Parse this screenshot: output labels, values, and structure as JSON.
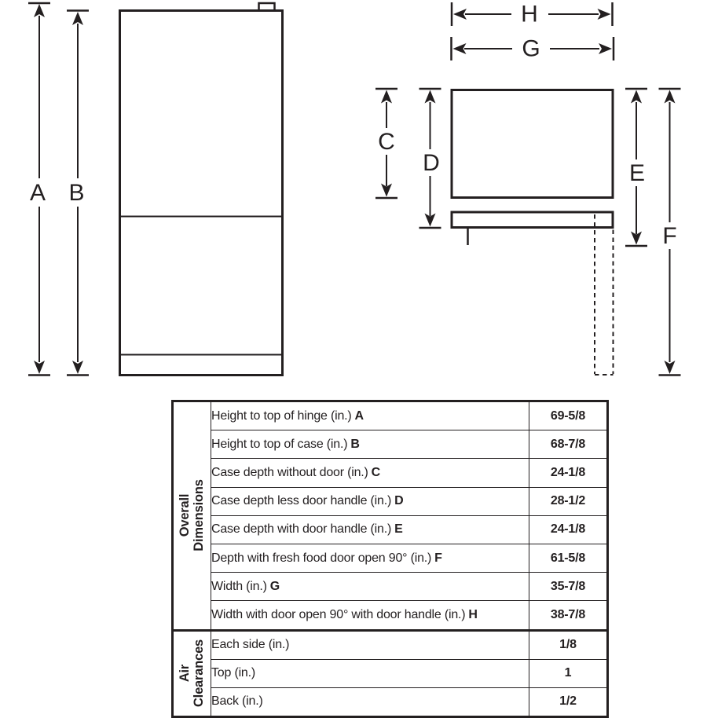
{
  "labels": {
    "A": "A",
    "B": "B",
    "C": "C",
    "D": "D",
    "E": "E",
    "F": "F",
    "G": "G",
    "H": "H"
  },
  "table": {
    "sections": [
      {
        "header": [
          "Overall",
          "Dimensions"
        ],
        "rows": [
          {
            "label": "Height to top of hinge (in.)",
            "key": "A",
            "value": "69-5/8"
          },
          {
            "label": "Height to top of case (in.)",
            "key": "B",
            "value": "68-7/8"
          },
          {
            "label": "Case depth without door (in.)",
            "key": "C",
            "value": "24-1/8"
          },
          {
            "label": "Case depth less door handle (in.)",
            "key": "D",
            "value": "28-1/2"
          },
          {
            "label": "Case depth with door handle (in.)",
            "key": "E",
            "value": "24-1/8"
          },
          {
            "label": "Depth with fresh food door open 90° (in.)",
            "key": "F",
            "value": "61-5/8"
          },
          {
            "label": "Width (in.)",
            "key": "G",
            "value": "35-7/8"
          },
          {
            "label": "Width with door open 90° with door handle (in.)",
            "key": "H",
            "value": "38-7/8"
          }
        ]
      },
      {
        "header": [
          "Air",
          "Clearances"
        ],
        "rows": [
          {
            "label": "Each side (in.)",
            "key": "",
            "value": "1/8"
          },
          {
            "label": "Top (in.)",
            "key": "",
            "value": "1"
          },
          {
            "label": "Back (in.)",
            "key": "",
            "value": "1/2"
          }
        ]
      }
    ]
  },
  "colors": {
    "ink": "#231f20",
    "background": "#ffffff"
  }
}
